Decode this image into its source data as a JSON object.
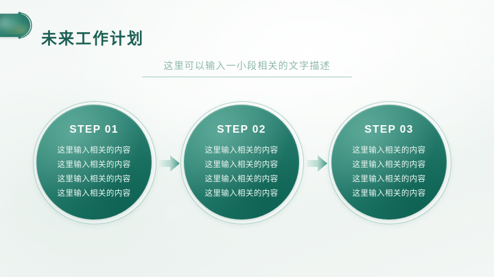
{
  "slide": {
    "title": "未来工作计划",
    "subtitle": "这里可以输入一小段相关的文字描述",
    "accent_color": "#1d6055",
    "disc_color": "#2c8172",
    "subtitle_color": "#8fb8ad",
    "background_color": "#f3f7f5"
  },
  "steps": [
    {
      "title": "STEP 01",
      "lines": [
        "这里输入相关的内容",
        "这里输入相关的内容",
        "这里输入相关的内容",
        "这里输入相关的内容"
      ]
    },
    {
      "title": "STEP 02",
      "lines": [
        "这里输入相关的内容",
        "这里输入相关的内容",
        "这里输入相关的内容",
        "这里输入相关的内容"
      ]
    },
    {
      "title": "STEP 03",
      "lines": [
        "这里输入相关的内容",
        "这里输入相关的内容",
        "这里输入相关的内容",
        "这里输入相关的内容"
      ]
    }
  ],
  "connectors": [
    {
      "icon": "arrow-right-icon"
    },
    {
      "icon": "arrow-right-icon"
    }
  ],
  "ornament": {
    "icon": "leaf-arc-ornament-icon"
  }
}
